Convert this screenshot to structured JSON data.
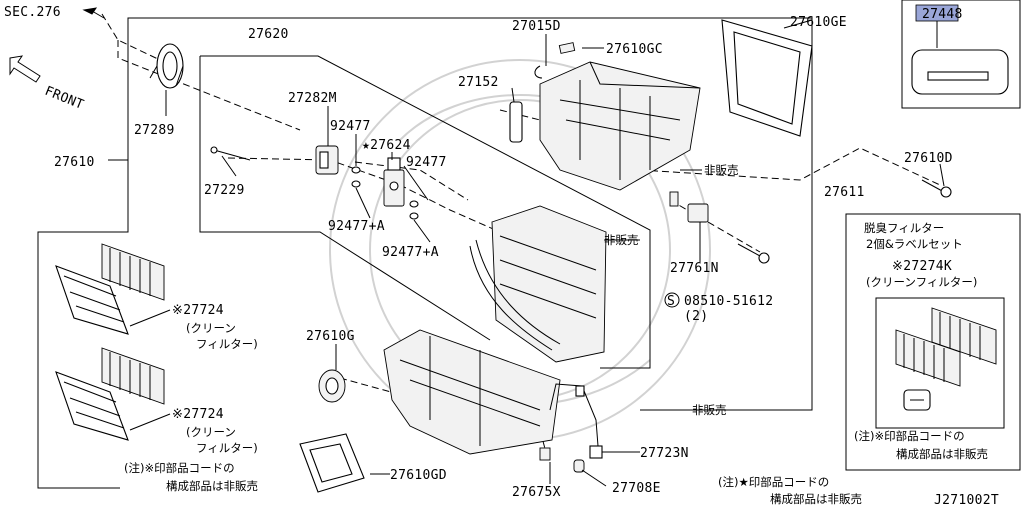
{
  "labels": {
    "sec276": "SEC.276",
    "front": "FRONT",
    "p27289": "27289",
    "p27610": "27610",
    "p27620": "27620",
    "p27282m": "27282M",
    "p92477a": "92477",
    "p27624": "★27624",
    "p92477b": "92477",
    "p27229": "27229",
    "p92477pa1": "92477+A",
    "p92477pa2": "92477+A",
    "p27015d": "27015D",
    "p27610gc": "27610GC",
    "p27152": "27152",
    "p27610ge": "27610GE",
    "p27448": "27448",
    "hihanbai1": "非販売",
    "p27611": "27611",
    "p27610d": "27610D",
    "hihanbai2": "非販売",
    "p27761n": "27761N",
    "screw_s": "S",
    "p08510": "08510-51612",
    "p08510_qty": "(2)",
    "p27610g": "27610G",
    "hihanbai3": "非販売",
    "p27723n": "27723N",
    "p27610gd": "27610GD",
    "p27675x": "27675X",
    "p27708e": "27708E",
    "p27724a": "※27724",
    "p27724a_l1": "(クリーン",
    "p27724a_l2": "フィルター)",
    "p27724b": "※27724",
    "p27724b_l1": "(クリーン",
    "p27724b_l2": "フィルター)",
    "note_left_l1": "(注)※印部品コードの",
    "note_left_l2": "構成部品は非販売",
    "note_center_l1": "(注)★印部品コードの",
    "note_center_l2": "構成部品は非販売",
    "dz_title_l1": "脱臭フィルター",
    "dz_title_l2": "2個&ラベルセット",
    "p27274k": "※27274K",
    "p27274k_l1": "(クリーンフィルター)",
    "note_right_l1": "(注)※印部品コードの",
    "note_right_l2": "構成部品は非販売",
    "diagram_id": "J271002T"
  },
  "colors": {
    "line": "#000000",
    "highlight": "#9aa6d8",
    "ghost": "#d2d2d2",
    "background": "#ffffff"
  }
}
